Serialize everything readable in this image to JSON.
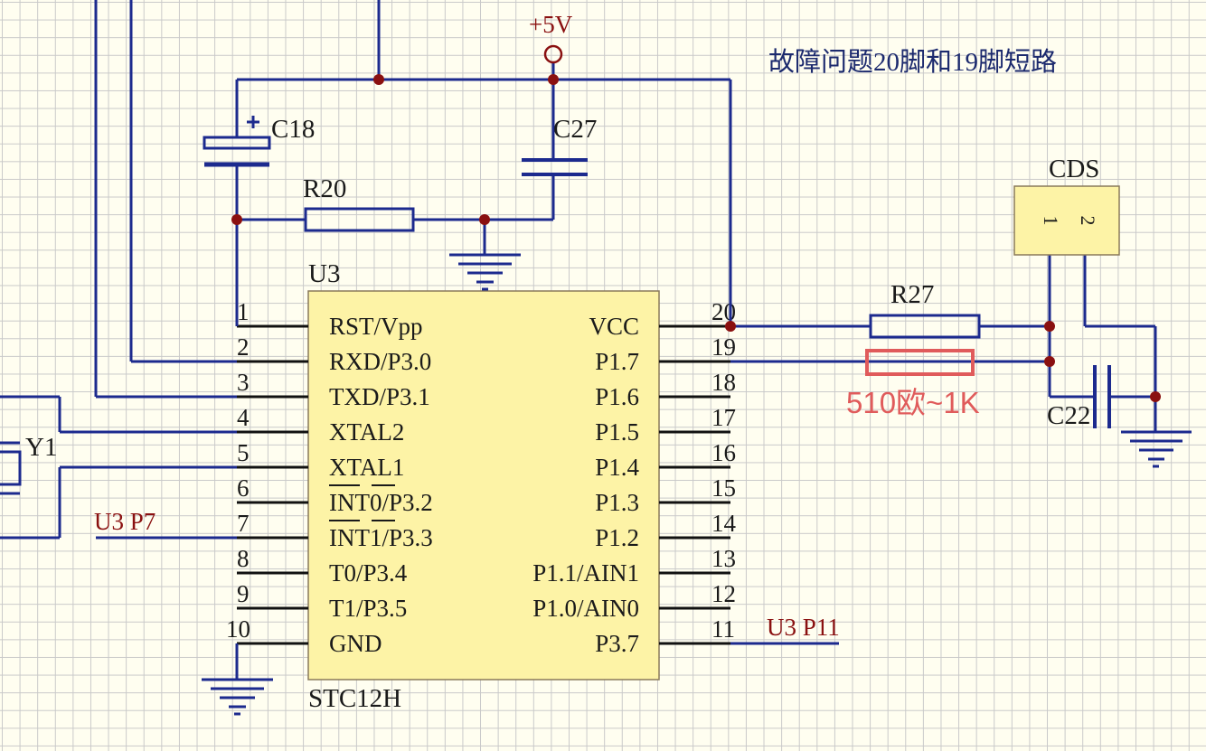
{
  "ic": {
    "designator": "U3",
    "part": "STC12H",
    "left_pins": [
      {
        "num": "1",
        "name": "RST/Vpp"
      },
      {
        "num": "2",
        "name": "RXD/P3.0"
      },
      {
        "num": "3",
        "name": "TXD/P3.1"
      },
      {
        "num": "4",
        "name": "XTAL2"
      },
      {
        "num": "5",
        "name": "XTAL1"
      },
      {
        "num": "6",
        "name": "INT0/P3.2"
      },
      {
        "num": "7",
        "name": "INT1/P3.3"
      },
      {
        "num": "8",
        "name": "T0/P3.4"
      },
      {
        "num": "9",
        "name": "T1/P3.5"
      },
      {
        "num": "10",
        "name": "GND"
      }
    ],
    "right_pins": [
      {
        "num": "20",
        "name": "VCC"
      },
      {
        "num": "19",
        "name": "P1.7"
      },
      {
        "num": "18",
        "name": "P1.6"
      },
      {
        "num": "17",
        "name": "P1.5"
      },
      {
        "num": "16",
        "name": "P1.4"
      },
      {
        "num": "15",
        "name": "P1.3"
      },
      {
        "num": "14",
        "name": "P1.2"
      },
      {
        "num": "13",
        "name": "P1.1/AIN1"
      },
      {
        "num": "12",
        "name": "P1.0/AIN0"
      },
      {
        "num": "11",
        "name": "P3.7"
      }
    ]
  },
  "components": {
    "c18": "C18",
    "c27": "C27",
    "r20": "R20",
    "r27": "R27",
    "c22": "C22",
    "y1": "Y1",
    "cds": "CDS",
    "cds_pin1": "1",
    "cds_pin2": "2"
  },
  "power": {
    "vcc_label": "+5V"
  },
  "nets": {
    "p7": "U3 P7",
    "p11": "U3 P11"
  },
  "notes": {
    "fault": "故障问题20脚和19脚短路",
    "resistor_value": "510欧~1K"
  },
  "colors": {
    "wire": "#1c2a8e",
    "junction": "#8a1010",
    "ic_fill": "#fdf3a6",
    "highlight": "#e05b5b"
  }
}
